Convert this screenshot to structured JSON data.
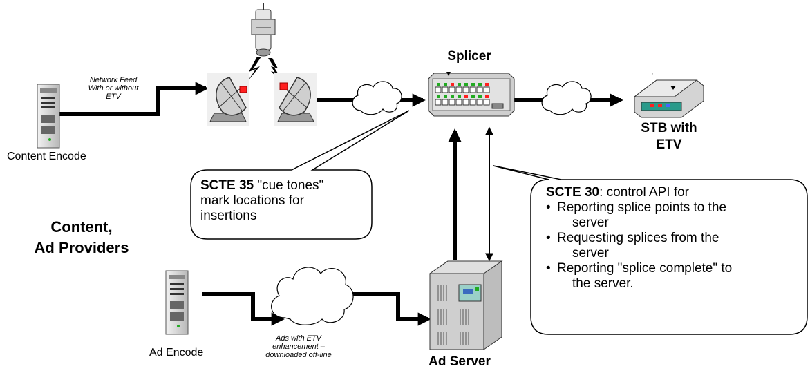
{
  "labels": {
    "content_encode": "Content Encode",
    "network_feed_line1": "Network Feed",
    "network_feed_line2": "With or without",
    "network_feed_line3": "ETV",
    "splicer": "Splicer",
    "stb_line1": "STB with",
    "stb_line2": "ETV",
    "providers_line1": "Content,",
    "providers_line2": "Ad Providers",
    "ad_encode": "Ad Encode",
    "ads_line1": "Ads with ETV",
    "ads_line2": "enhancement –",
    "ads_line3": "downloaded off-line",
    "ad_server": "Ad Server",
    "tick_mark": ","
  },
  "callouts": {
    "scte35": {
      "bold": "SCTE 35",
      "text_line1": " \"cue tones\"",
      "text_line2": "mark locations for",
      "text_line3": "insertions"
    },
    "scte30": {
      "bold": "SCTE 30",
      "heading_rest": ": control API for",
      "bullets": [
        {
          "line1": "Reporting splice points to the",
          "line2": "server"
        },
        {
          "line1": "Requesting splices from the",
          "line2": "server"
        },
        {
          "line1": "Reporting \"splice complete\" to",
          "line2": "the server."
        }
      ]
    }
  },
  "colors": {
    "led_red": "#ff2020",
    "led_green": "#22aa22",
    "arrow": "#000000",
    "device_gray": "#d8d8d8"
  },
  "icons": [
    "server-icon",
    "satellite-dish-icon",
    "satellite-icon",
    "lightning-icon",
    "cloud-icon",
    "splicer-icon",
    "set-top-box-icon",
    "ad-server-icon"
  ]
}
